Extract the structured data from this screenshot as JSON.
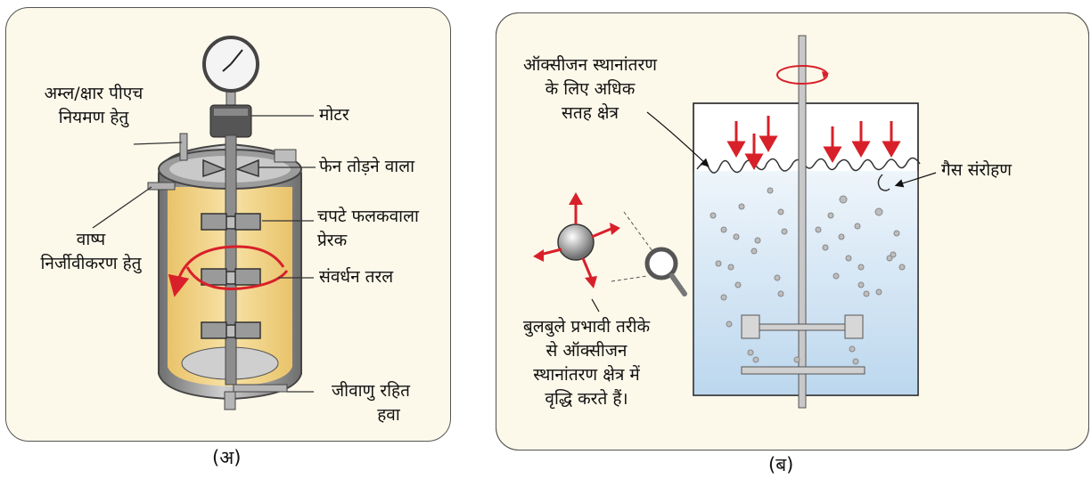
{
  "panel_a": {
    "caption": "(अ)",
    "labels": {
      "acid_base_line1": "अम्ल/क्षार पीएच",
      "acid_base_line2": "नियमण हेतु",
      "motor": "मोटर",
      "foam_breaker": "फेन तोड़ने वाला",
      "impeller_line1": "चपटे फलकवाला",
      "impeller_line2": "प्रेरक",
      "steam_line1": "वाष्प",
      "steam_line2": "निर्जीवीकरण हेतु",
      "culture": "संवर्धन तरल",
      "sterile_air_line1": "जीवाणु रहित",
      "sterile_air_line2": "हवा"
    }
  },
  "panel_b": {
    "caption": "(ब)",
    "labels": {
      "surface_line1": "ऑक्सीजन स्थानांतरण",
      "surface_line2": "के लिए अधिक",
      "surface_line3": "सतह क्षेत्र",
      "gas_holdup": "गैस संरोहण",
      "bubbles_line1": "बुलबुले प्रभावी तरीके",
      "bubbles_line2": "से ऑक्सीजन",
      "bubbles_line3": "स्थानांतरण क्षेत्र में",
      "bubbles_line4": "वृद्धि करते हैं।"
    }
  },
  "colors": {
    "panel_bg": "#fdf9ea",
    "tank_liquid": "#f2d68a",
    "tank_metal": "#8a8a8a",
    "arrow_red": "#d8202a",
    "liquid_blue": "#cfe2f1",
    "bubble_gray": "#9a9a9a"
  },
  "icons": [
    "pressure-gauge-icon",
    "magnifier-icon",
    "bubble-arrows-icon"
  ]
}
